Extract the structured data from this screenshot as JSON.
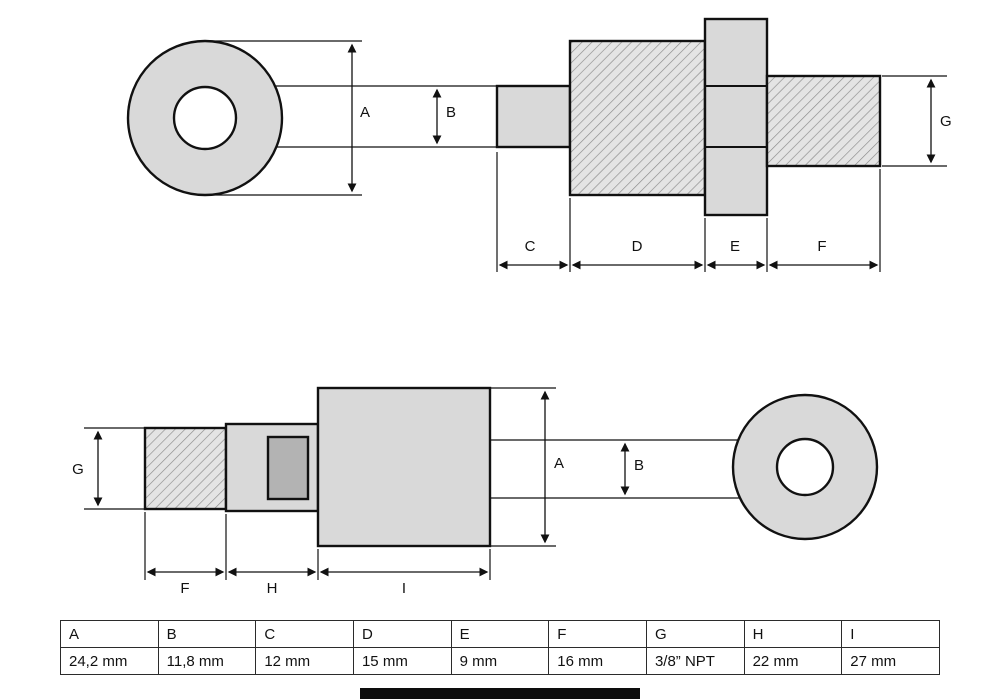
{
  "colors": {
    "part_fill": "#d9d9d9",
    "port_fill": "#b3b3b3",
    "outline": "#111111",
    "hatch_line": "#8b8b8b",
    "hatch_bg": "#e4e4e4",
    "footer_bar": "#0d0d0d"
  },
  "labels": {
    "side": {
      "A": "A",
      "B": "B",
      "C": "C",
      "D": "D",
      "E": "E",
      "F": "F",
      "G": "G"
    },
    "top": {
      "A": "A",
      "B": "B",
      "F": "F",
      "G": "G",
      "H": "H",
      "I": "I"
    }
  },
  "table": {
    "headers": [
      "A",
      "B",
      "C",
      "D",
      "E",
      "F",
      "G",
      "H",
      "I"
    ],
    "values": [
      "24,2 mm",
      "11,8 mm",
      "12 mm",
      "15 mm",
      "9 mm",
      "16 mm",
      "3/8” NPT",
      "22 mm",
      "27 mm"
    ]
  }
}
